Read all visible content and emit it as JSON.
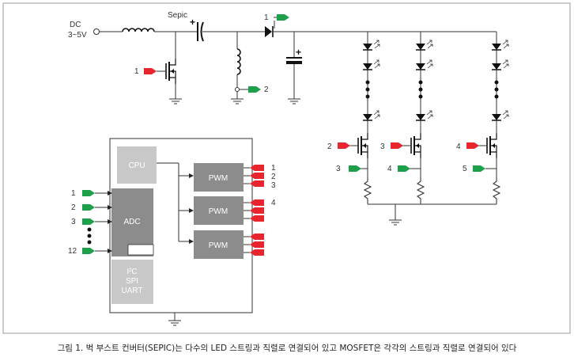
{
  "input": {
    "label": "DC",
    "voltage": "3~5V"
  },
  "sepic_label": "Sepic",
  "gate_labels": {
    "sepic_switch": "1",
    "sepic_node": "2",
    "diode_out": "1",
    "string1_gate": "2",
    "string2_gate": "3",
    "string3_gate": "4",
    "string1_sense": "3",
    "string2_sense": "4",
    "string3_sense": "5"
  },
  "mcu": {
    "cpu_label": "CPU",
    "adc_label": "ADC",
    "comms": [
      "I²C",
      "SPI",
      "UART"
    ],
    "pwm_label": "PWM",
    "adc_inputs": [
      "1",
      "2",
      "3",
      "12"
    ],
    "pwm1_outputs": [
      "1",
      "2",
      "3"
    ],
    "pwm2_outputs": [
      "4"
    ]
  },
  "colors": {
    "red_connector": "#e8242c",
    "green_connector": "#1ea04a",
    "block_gray": "#8c8c8c",
    "block_light": "#c8c8c8",
    "frame": "#9a9a9a"
  },
  "caption": "그림 1. 벅 부스트 컨버터(SEPIC)는 다수의 LED 스트링과 직렬로 연결되어 있고 MOSFET은 각각의 스트링과 직렬로 연결되어 있다"
}
